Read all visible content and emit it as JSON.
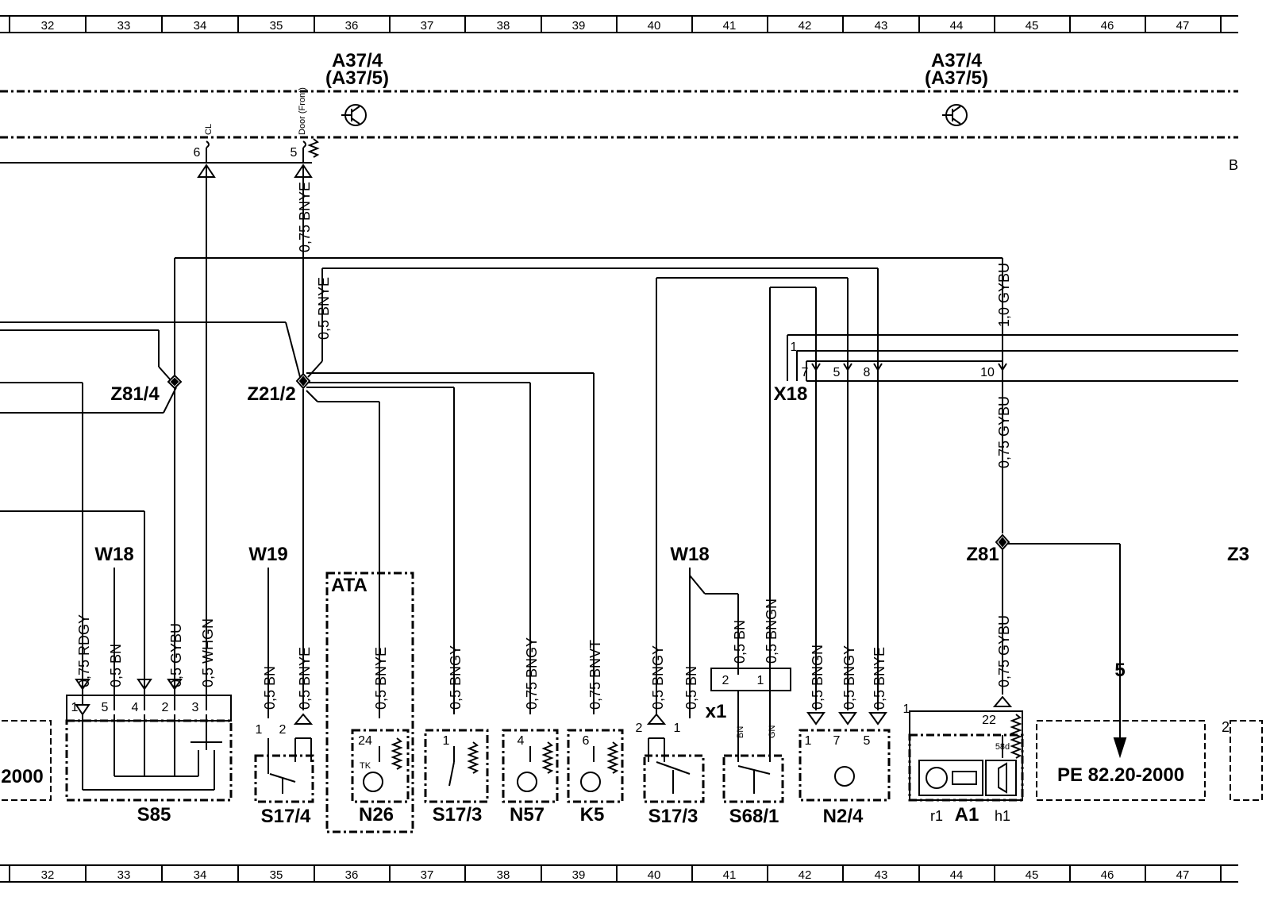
{
  "grid": {
    "top": [
      "32",
      "33",
      "34",
      "35",
      "36",
      "37",
      "38",
      "39",
      "40",
      "41",
      "42",
      "43",
      "44",
      "45",
      "46",
      "47"
    ],
    "bottom": [
      "32",
      "33",
      "34",
      "35",
      "36",
      "37",
      "38",
      "39",
      "40",
      "41",
      "42",
      "43",
      "44",
      "45",
      "46",
      "47"
    ]
  },
  "modules": {
    "a37_left": "A37/4",
    "a37_left_alt": "(A37/5)",
    "a37_right": "A37/4",
    "a37_right_alt": "(A37/5)",
    "cl": "CL",
    "door_front": "Door (Front)",
    "edge_b": "B"
  },
  "wires": {
    "bnye_075": "0,75  BNYE",
    "bnye_05": "0,5  BNYE",
    "gybu_10": "1,0  GYBU",
    "gybu_075_upper": "0,75  GYBU",
    "rdgy": "0,75  RDGY",
    "bn_s85": "0,5  BN",
    "gybu_s85": "0,5  GYBU",
    "whgn": "0,5  WHGN",
    "bn_s174": "0,5  BN",
    "bnye_s174": "0,5  BNYE",
    "bnye_n26": "0,5  BNYE",
    "bngy_s173": "0,5  BNGY",
    "bngy_n57": "0,75  BNGY",
    "bnvt_k5": "0,75  BNVT",
    "bngy_s173b": "0,5  BNGY",
    "bn_s173b": "0,5  BN",
    "bn_s681": "0,5  BN",
    "bngn_s681": "0,5  BNGN",
    "bngn_n24": "0,5  BNGN",
    "bngy_n24": "0,5  BNGY",
    "bnye_n24": "0,5  BNYE",
    "gybu_a1": "0,75  GYBU"
  },
  "splices": {
    "z81_4": "Z81/4",
    "z21_2": "Z21/2",
    "x18": "X18",
    "z81": "Z81",
    "z3": "Z3"
  },
  "shields": {
    "w18_left": "W18",
    "w19": "W19",
    "w18_right": "W18"
  },
  "components": {
    "s85": "S85",
    "s174": "S17/4",
    "n26": "N26",
    "ata": "ATA",
    "tk": "TK",
    "s173": "S17/3",
    "n57": "N57",
    "k5": "K5",
    "s173b": "S17/3",
    "s681": "S68/1",
    "x1": "x1",
    "n24": "N2/4",
    "r1": "r1",
    "a1": "A1",
    "h1": "h1",
    "ref_left": "2000",
    "ref_right": "PE  82.20-2000",
    "arrow_num": "5"
  },
  "pins": {
    "p6": "6",
    "p5": "5",
    "s85": [
      "1",
      "5",
      "4",
      "2",
      "3"
    ],
    "s174": [
      "1",
      "2"
    ],
    "n26": "24",
    "s173": "1",
    "n57": "4",
    "k5": "6",
    "s173b": [
      "2",
      "1"
    ],
    "s681": [
      "2",
      "1"
    ],
    "s681_bot": [
      "BN",
      "GN"
    ],
    "x18": [
      "1",
      "7",
      "5",
      "8",
      "10"
    ],
    "n24": [
      "1",
      "7",
      "5"
    ],
    "a1": [
      "1",
      "22",
      "58d"
    ],
    "right_edge": "2"
  }
}
